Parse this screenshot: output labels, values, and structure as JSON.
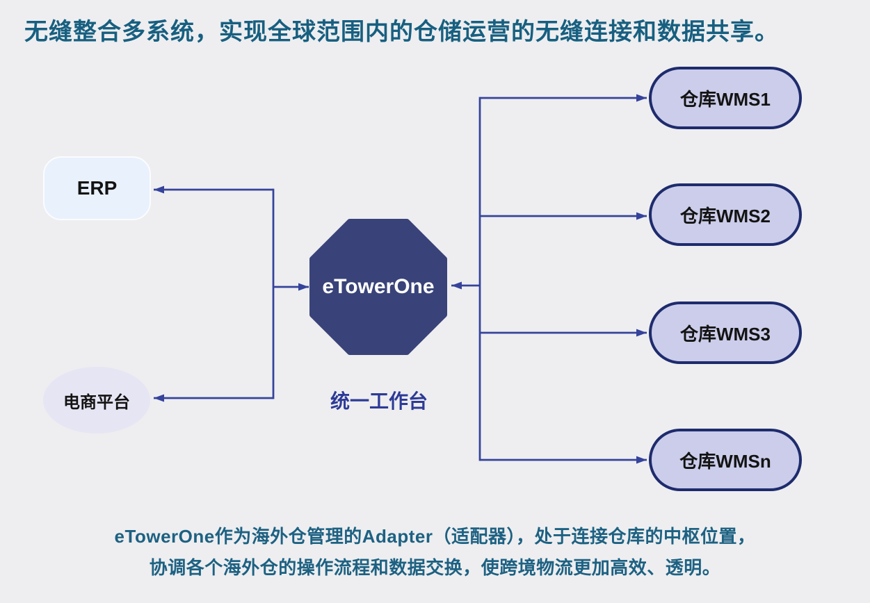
{
  "title": "无缝整合多系统，实现全球范围内的仓储运营的无缝连接和数据共享。",
  "diagram": {
    "hub": {
      "label": "eTowerOne",
      "caption": "统一工作台",
      "fill": "#394379",
      "text_color": "#ffffff"
    },
    "sources": [
      {
        "label": "ERP",
        "shape": "rounded-rect",
        "fill": "#e9f1fd"
      },
      {
        "label": "电商平台",
        "shape": "ellipse",
        "fill": "#e6e5f3"
      }
    ],
    "warehouses": [
      {
        "label": "仓库WMS1"
      },
      {
        "label": "仓库WMS2"
      },
      {
        "label": "仓库WMS3"
      },
      {
        "label": "仓库WMSn"
      }
    ],
    "warehouse_style": {
      "fill": "#cbcdea",
      "border": "#1e2b6d"
    },
    "connector_color": "#35439b"
  },
  "footer": {
    "line1": "eTowerOne作为海外仓管理的Adapter（适配器），处于连接仓库的中枢位置，",
    "line2": "协调各个海外仓的操作流程和数据交换，使跨境物流更加高效、透明。"
  },
  "colors": {
    "background": "#eeeef0",
    "title_text": "#175f80",
    "footer_text": "#1d6182",
    "caption_text": "#2d3a96"
  }
}
